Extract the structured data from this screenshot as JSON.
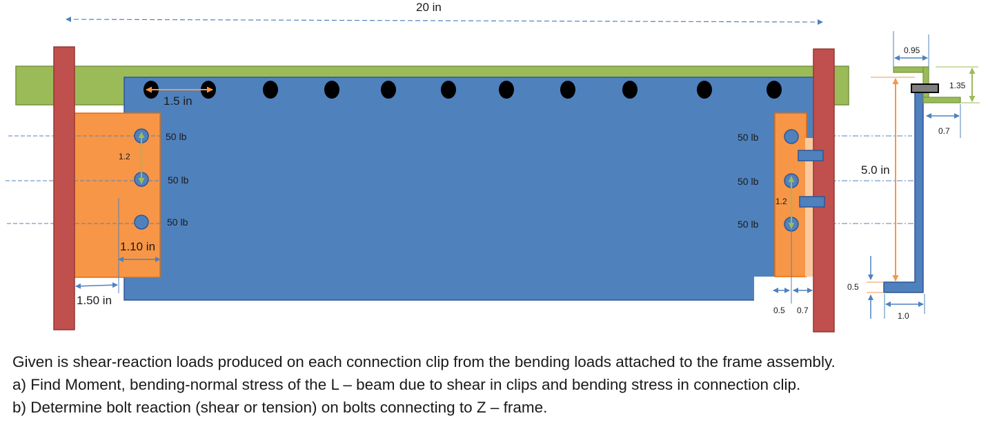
{
  "dimensions": {
    "overall_width": "20 in",
    "hole_spacing": "1.5 in",
    "left_pitch": "1.2",
    "left_clip_width": "1.10 in",
    "left_offset": "1.50 in",
    "right_pitch": "1.2",
    "right_dim_a": "0.5",
    "right_dim_b": "0.7",
    "zframe_top_flange": "0.95",
    "zframe_lip_height": "1.35",
    "zframe_lip_width": "0.7",
    "zframe_height": "5.0 in",
    "zframe_bottom_thickness": "0.5",
    "zframe_bottom_flange": "1.0"
  },
  "loads": {
    "left": [
      "50 lb",
      "50 lb",
      "50 lb"
    ],
    "right": [
      "50 lb",
      "50 lb",
      "50 lb"
    ]
  },
  "colors": {
    "beam": "#4f81bd",
    "clip": "#f79646",
    "frame_post": "#c0504d",
    "top_flange": "#9bbb59",
    "dimension_line": "#4f81bd",
    "orange_dim": "#f79646",
    "green_dim": "#9bbb59"
  },
  "problem": {
    "intro": "Given is shear-reaction loads produced on each connection clip from the bending loads attached to the frame assembly.",
    "a": "a)   Find Moment, bending-normal stress of the L – beam due to shear in clips and bending stress in connection clip.",
    "b": "b)   Determine bolt reaction (shear or tension) on bolts connecting to Z – frame."
  }
}
